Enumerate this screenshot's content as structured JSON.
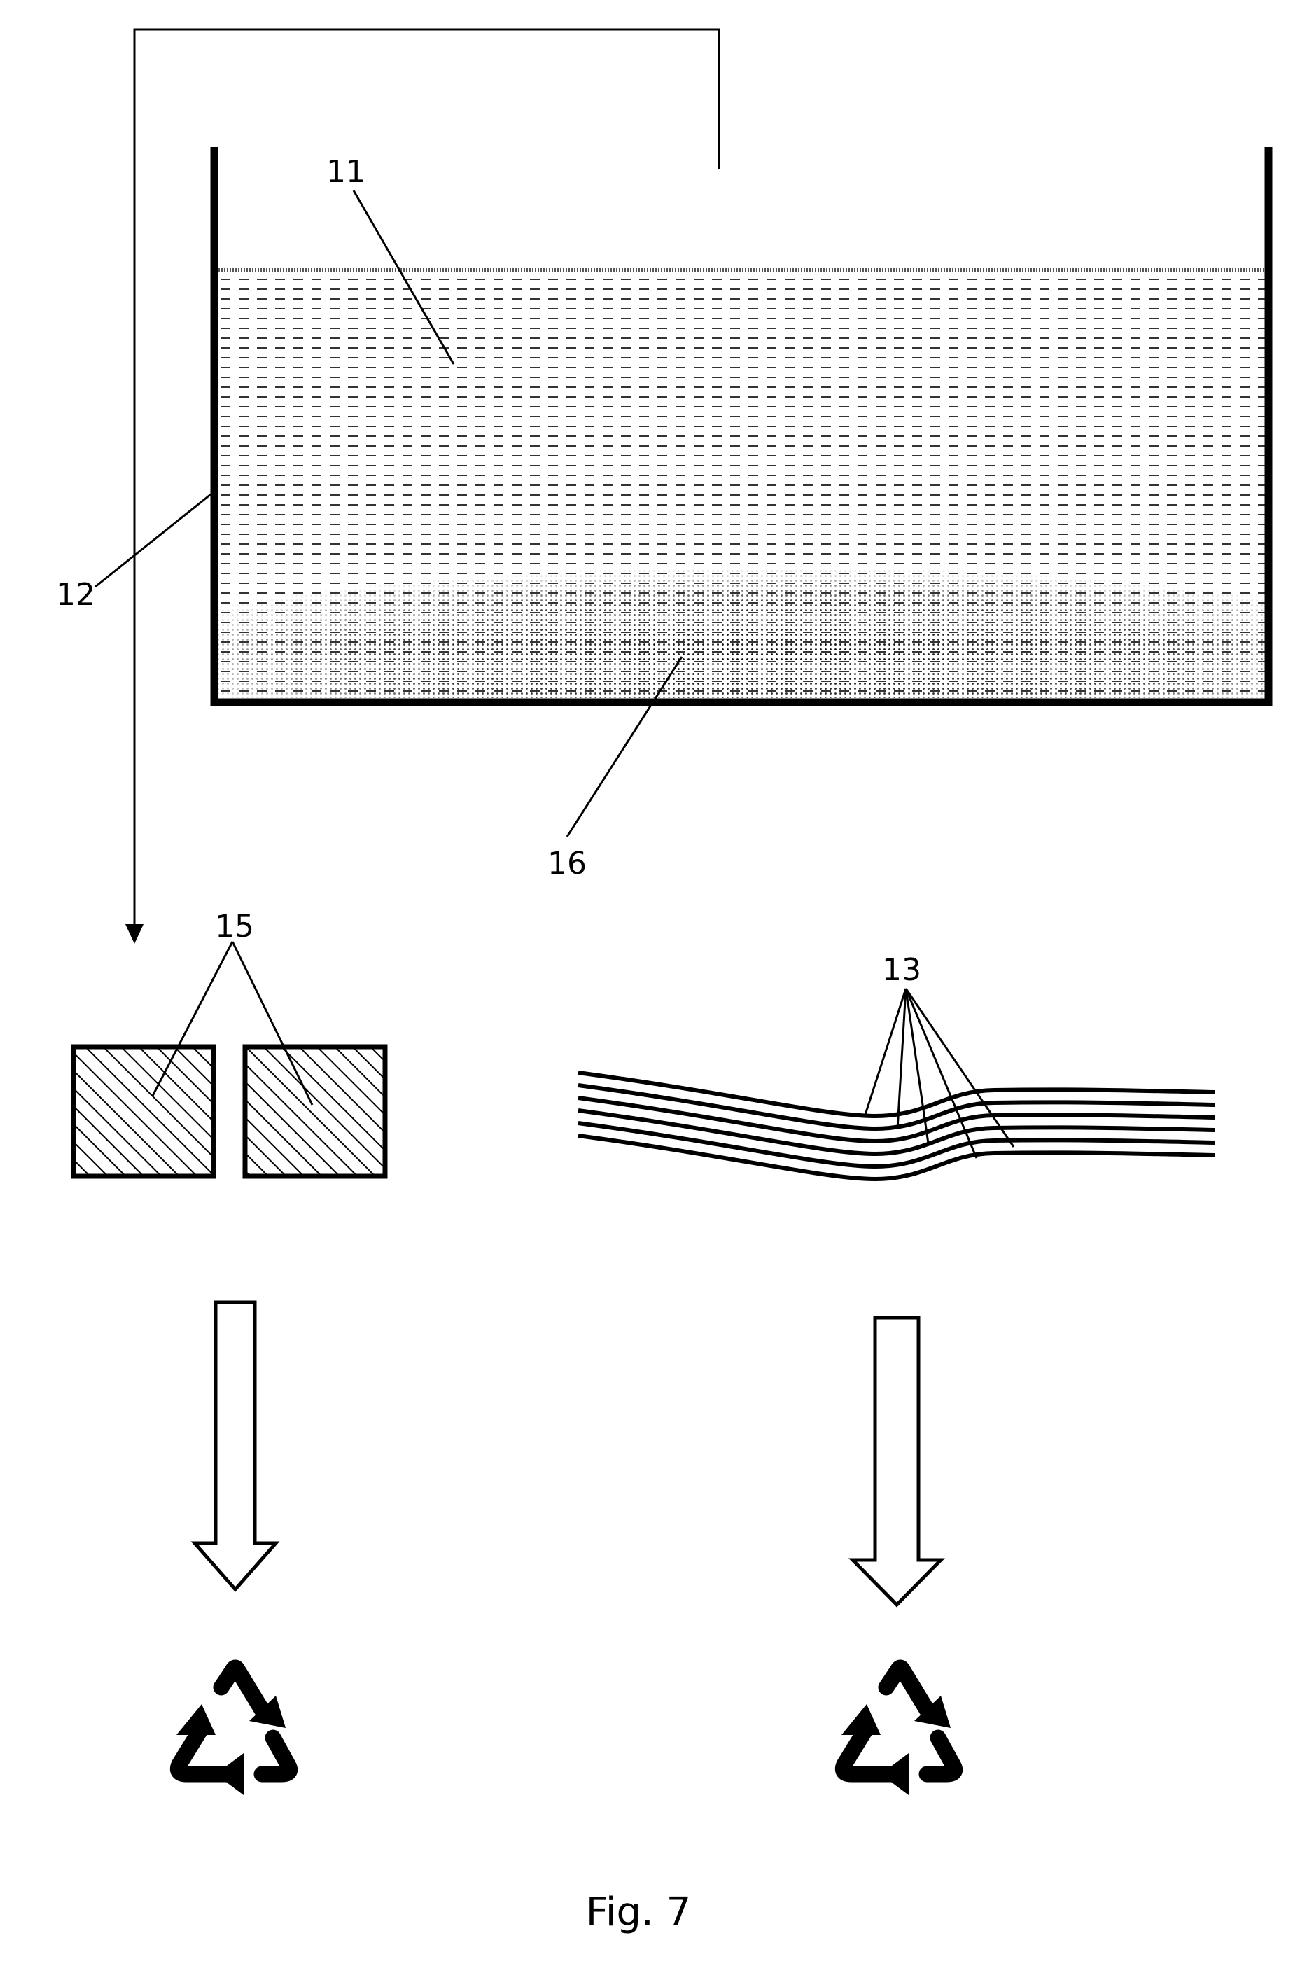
{
  "labels": {
    "liquid": "11",
    "tank_wall": "12",
    "fibres": "13",
    "blocks": "15",
    "sediment": "16"
  },
  "caption": "Fig. 7",
  "icons": {
    "recycle_left": "recycle-icon",
    "recycle_right": "recycle-icon",
    "arrow_left": "hollow-down-arrow-icon",
    "arrow_right": "hollow-down-arrow-icon"
  },
  "colors": {
    "ink": "#000000",
    "background": "#ffffff"
  }
}
